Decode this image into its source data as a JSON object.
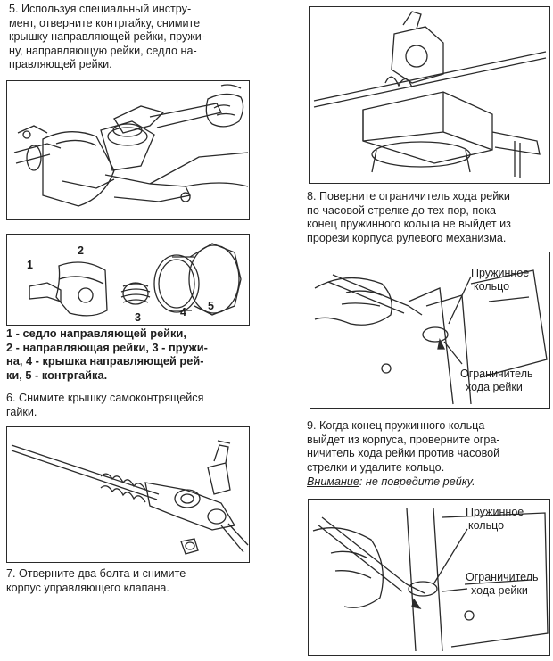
{
  "left": {
    "step5": [
      "5. Используя специальный инстру-",
      "мент, отверните контргайку, снимите",
      "крышку направляющей рейки, пружи-",
      "ну, направляющую рейки, седло на-",
      "правляющей рейки."
    ],
    "parts_labels": [
      "1",
      "2",
      "3",
      "4",
      "5"
    ],
    "parts_caption": [
      "1 - седло направляющей рейки,",
      "2 - направляющая рейки, 3 - пружи-",
      "на, 4 - крышка направляющей рей-",
      "ки, 5 - контргайка."
    ],
    "step6": [
      "6. Снимите крышку самоконтрящейся",
      "гайки."
    ],
    "step7": [
      "7. Отверните два болта и снимите",
      "корпус управляющего клапана."
    ]
  },
  "right": {
    "step8": [
      "8. Поверните ограничитель хода рейки",
      "по часовой стрелке до тех пор, пока",
      "конец пружинного кольца не выйдет из",
      "прорези корпуса рулевого механизма."
    ],
    "fig8_labels": {
      "ring": [
        "Пружинное",
        "кольцо"
      ],
      "limiter": [
        "Ограничитель",
        "хода рейки"
      ]
    },
    "step9": [
      "9. Когда конец пружинного кольца",
      "выйдет из корпуса, проверните огра-",
      "ничитель хода рейки против часовой",
      "стрелки и удалите кольцо."
    ],
    "warning_label": "Внимание",
    "warning_text": ": не повредите рейку.",
    "fig9_labels": {
      "ring": [
        "Пружинное",
        "кольцо"
      ],
      "limiter": [
        "Ограничитель",
        "хода рейки"
      ]
    }
  }
}
